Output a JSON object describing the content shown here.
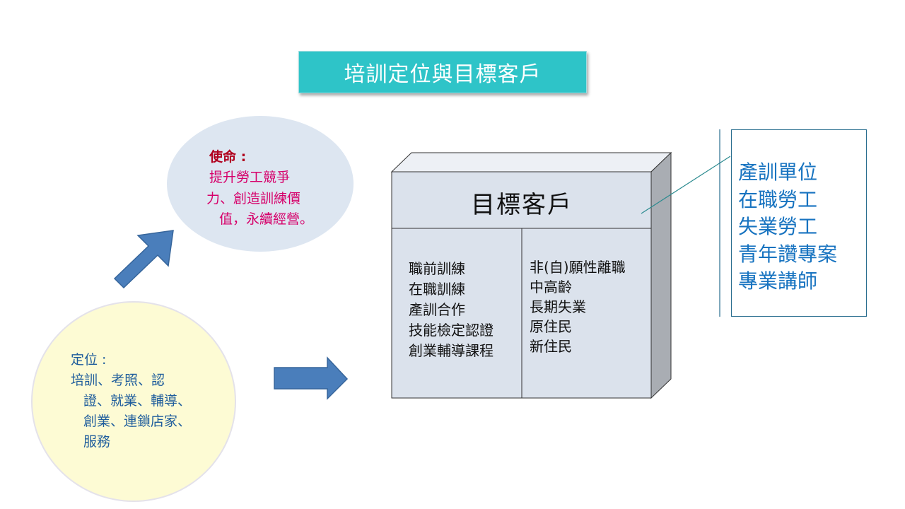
{
  "title": "培訓定位與目標客戶",
  "mission": {
    "heading": "使命 :",
    "lines": [
      "提升勞工競爭",
      "力、創造訓練價",
      "值，永續經營。"
    ]
  },
  "positioning": {
    "heading": "定位 :",
    "lines": [
      "培訓、考照、認",
      "證、就業、輔導、",
      "創業、連鎖店家、",
      "服務"
    ]
  },
  "target_box": {
    "title": "目標客戶",
    "left_items": [
      "職前訓練",
      "在職訓練",
      "產訓合作",
      "技能檢定認證",
      "創業輔導課程"
    ],
    "right_items": [
      "非(自)願性離職",
      "中高齡",
      "長期失業",
      "原住民",
      "新住民"
    ]
  },
  "clients": [
    "產訓單位",
    "在職勞工",
    "失業勞工",
    "青年讚專案",
    "專業講師"
  ],
  "colors": {
    "title_bg": "#2ec4c8",
    "mission_heading": "#b0001e",
    "mission_text": "#d6006a",
    "positioning_text": "#1f5d9c",
    "client_text": "#1773c0",
    "arrow_fill": "#4a7ebb",
    "box_front": "#dbe2ec"
  }
}
